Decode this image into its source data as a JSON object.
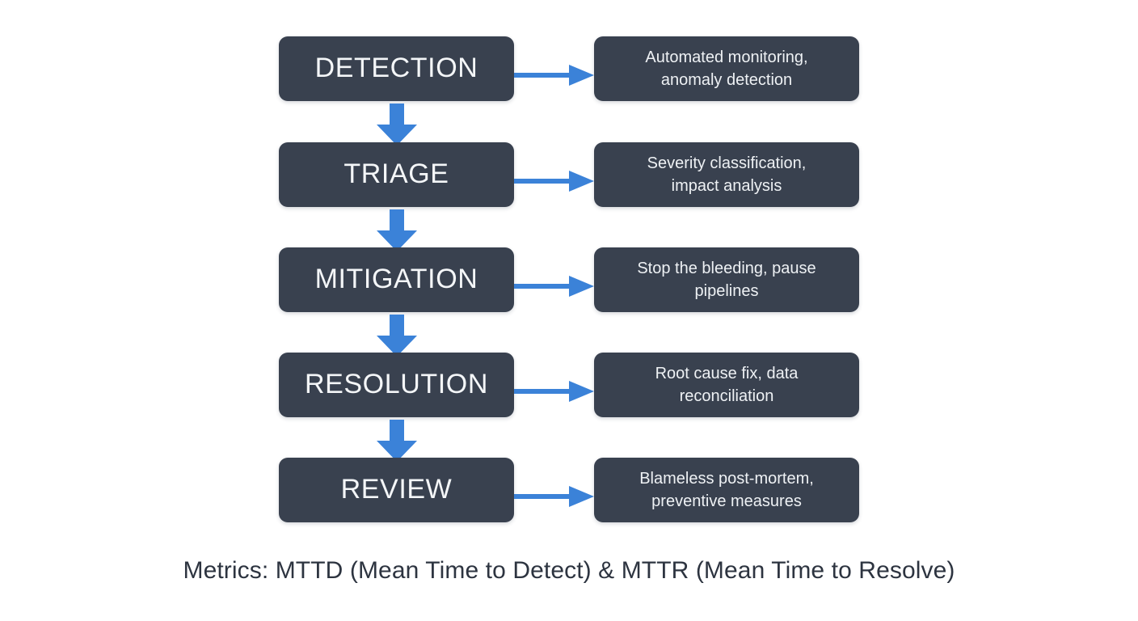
{
  "diagram": {
    "type": "flowchart",
    "orientation": "vertical",
    "background_color": "#ffffff",
    "box_color": "#39414f",
    "box_text_color": "#f4f6f8",
    "arrow_color": "#3b82d8",
    "caption_color": "#2d3440",
    "stages": [
      {
        "id": "detection",
        "label": "DETECTION",
        "detail": "Automated monitoring, anomaly detection",
        "detail_line_1": "Automated monitoring,",
        "detail_line_2": "anomaly detection"
      },
      {
        "id": "triage",
        "label": "TRIAGE",
        "detail": "Severity classification, impact analysis",
        "detail_line_1": "Severity classification,",
        "detail_line_2": "impact analysis"
      },
      {
        "id": "mitigation",
        "label": "MITIGATION",
        "detail": "Stop the bleeding, pause pipelines",
        "detail_line_1": "Stop the bleeding, pause",
        "detail_line_2": "pipelines"
      },
      {
        "id": "resolution",
        "label": "RESOLUTION",
        "detail": "Root cause fix, data reconciliation",
        "detail_line_1": "Root cause fix, data",
        "detail_line_2": "reconciliation"
      },
      {
        "id": "review",
        "label": "REVIEW",
        "detail": "Blameless post-mortem, preventive measures",
        "detail_line_1": "Blameless post-mortem,",
        "detail_line_2": "preventive measures"
      }
    ],
    "caption": "Metrics: MTTD (Mean Time to Detect) & MTTR (Mean Time to Resolve)"
  }
}
